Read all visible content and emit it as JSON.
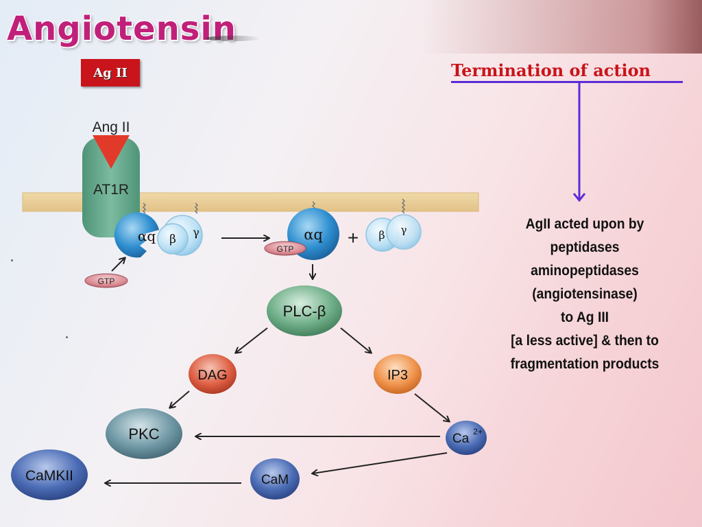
{
  "slide": {
    "title": "Angiotensin",
    "badge": "Ag II",
    "colors": {
      "title": "#c0207a",
      "badge": "#c8141a",
      "heading": "#c8141a",
      "arrow": "#5b2bd6"
    }
  },
  "termination": {
    "heading": "Termination  of action",
    "lines": [
      "AgII acted upon by",
      "peptidases",
      "aminopeptidases",
      "(angiotensinase)",
      "to Ag III",
      "[a less active] & then to",
      "fragmentation products"
    ]
  },
  "diagram": {
    "ligand": "Ang II",
    "receptor": "AT1R",
    "alpha_q": "αq",
    "beta": "β",
    "gamma": "γ",
    "gtp": "GTP",
    "plus": "+",
    "plc": "PLC-β",
    "dag": "DAG",
    "ip3": "IP3",
    "pkc": "PKC",
    "ca": "Ca",
    "ca_sup": "2+",
    "cam": "CaM",
    "camkii": "CaMKII"
  }
}
